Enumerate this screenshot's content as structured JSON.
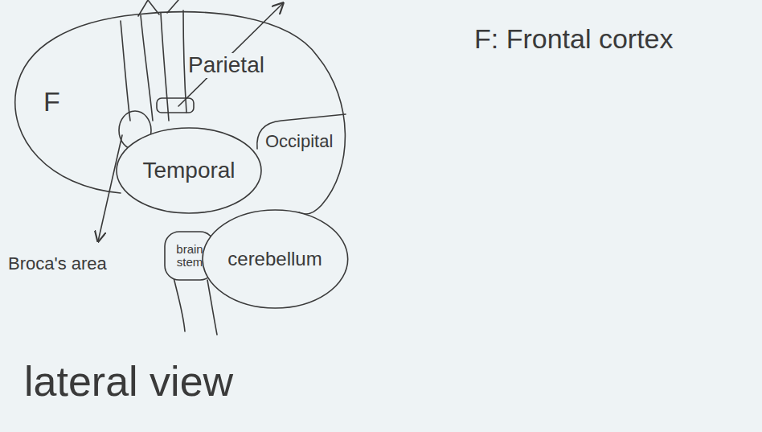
{
  "diagram": {
    "caption": "lateral view",
    "nodes": [
      {
        "text": [
          "Temporal"
        ]
      },
      {
        "text": [
          "brain stem"
        ]
      },
      {
        "text": [
          "cerebellum"
        ]
      }
    ],
    "labels": [
      "F",
      "Parietal",
      "Occipital",
      "Broca's area",
      "F: Frontal cortex"
    ]
  }
}
